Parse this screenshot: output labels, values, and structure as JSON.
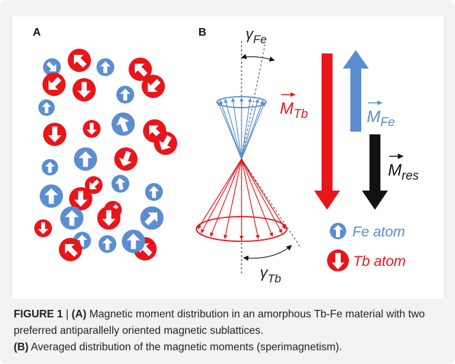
{
  "panel_a": {
    "label": "A",
    "atoms": [
      {
        "type": "Fe",
        "dir": 135
      },
      {
        "type": "Tb",
        "dir": -45
      },
      {
        "type": "Fe",
        "dir": 0
      },
      {
        "type": "Tb",
        "dir": -45
      },
      {
        "type": "Tb",
        "dir": -135
      },
      {
        "type": "Tb",
        "dir": 180
      },
      {
        "type": "Fe",
        "dir": 0
      },
      {
        "type": "Tb",
        "dir": 225
      },
      {
        "type": "Fe",
        "dir": 0
      },
      {
        "type": "Tb",
        "dir": 180
      },
      {
        "type": "Fe",
        "dir": -20
      },
      {
        "type": "Tb",
        "dir": -45
      },
      {
        "type": "Tb",
        "dir": 180
      },
      {
        "type": "Fe",
        "dir": 0
      },
      {
        "type": "Tb",
        "dir": 200
      },
      {
        "type": "Tb",
        "dir": 210
      },
      {
        "type": "Fe",
        "dir": 0
      },
      {
        "type": "Tb",
        "dir": 225
      },
      {
        "type": "Fe",
        "dir": -10
      },
      {
        "type": "Fe",
        "dir": 0
      },
      {
        "type": "Tb",
        "dir": 180
      },
      {
        "type": "Tb",
        "dir": 225
      },
      {
        "type": "Fe",
        "dir": 0
      },
      {
        "type": "Fe",
        "dir": 0
      },
      {
        "type": "Tb",
        "dir": 180
      },
      {
        "type": "Fe",
        "dir": 45
      },
      {
        "type": "Tb",
        "dir": 180
      },
      {
        "type": "Fe",
        "dir": 0
      },
      {
        "type": "Fe",
        "dir": 0
      },
      {
        "type": "Tb",
        "dir": -45
      },
      {
        "type": "Fe",
        "dir": 0
      },
      {
        "type": "Tb",
        "dir": -45
      }
    ]
  },
  "panel_b": {
    "label": "B",
    "gamma_fe": {
      "symbol": "γ",
      "sub": "Fe"
    },
    "gamma_tb": {
      "symbol": "γ",
      "sub": "Tb"
    },
    "vectors": [
      {
        "name": "M",
        "sub": "Tb",
        "color": "#e8161b",
        "magnitude": 1.0,
        "direction": "down"
      },
      {
        "name": "M",
        "sub": "Fe",
        "color": "#5b8ed0",
        "magnitude": 0.6,
        "direction": "up"
      },
      {
        "name": "M",
        "sub": "res",
        "color": "#111111",
        "magnitude": 0.4,
        "direction": "down"
      }
    ],
    "legend": [
      {
        "label": "Fe atom",
        "color": "#5b8ed0",
        "arrow": "up"
      },
      {
        "label": "Tb atom",
        "color": "#e8161b",
        "arrow": "down"
      }
    ]
  },
  "caption": {
    "figure_label": "FIGURE 1",
    "separator": " | ",
    "part_a_label": "(A)",
    "part_a_text": " Magnetic moment distribution in an amorphous Tb-Fe material with two preferred antiparallelly oriented magnetic sublattices.",
    "part_b_label": "(B)",
    "part_b_text": " Averaged distribution of the magnetic moments (sperimagnetism)."
  },
  "colors": {
    "tb": "#e8161b",
    "fe": "#5b8ed0",
    "res": "#111111",
    "background": "#f2f2f2",
    "panel": "#ffffff"
  }
}
